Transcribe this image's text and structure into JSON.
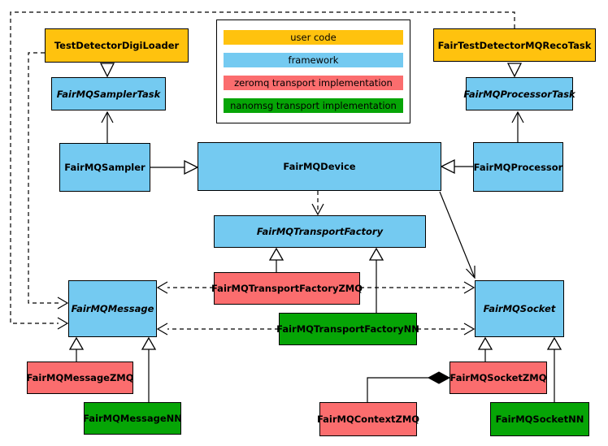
{
  "title": "FairMQ class diagram",
  "colors": {
    "user_code": "#FFC20E",
    "framework": "#74CAF1",
    "zeromq": "#FB6D6E",
    "nanomsg": "#06A506",
    "border": "#000000",
    "background": "#FFFFFF"
  },
  "legend": {
    "items": [
      {
        "label": "user code",
        "color": "#FFC20E"
      },
      {
        "label": "framework",
        "color": "#74CAF1"
      },
      {
        "label": "zeromq transport implementation",
        "color": "#FB6D6E"
      },
      {
        "label": "nanomsg transport implementation",
        "color": "#06A506"
      }
    ]
  },
  "nodes": {
    "testDetectorDigiLoader": {
      "label": "TestDetectorDigiLoader",
      "category": "user code",
      "abstract": false
    },
    "fairTestDetectorMQRecoTask": {
      "label": "FairTestDetectorMQRecoTask",
      "category": "user code",
      "abstract": false
    },
    "fairMQSamplerTask": {
      "label": "FairMQSamplerTask",
      "category": "framework",
      "abstract": true
    },
    "fairMQProcessorTask": {
      "label": "FairMQProcessorTask",
      "category": "framework",
      "abstract": true
    },
    "fairMQSampler": {
      "label": "FairMQSampler",
      "category": "framework",
      "abstract": false
    },
    "fairMQDevice": {
      "label": "FairMQDevice",
      "category": "framework",
      "abstract": false
    },
    "fairMQProcessor": {
      "label": "FairMQProcessor",
      "category": "framework",
      "abstract": false
    },
    "fairMQTransportFactory": {
      "label": "FairMQTransportFactory",
      "category": "framework",
      "abstract": true
    },
    "fairMQTransportFactoryZMQ": {
      "label": "FairMQTransportFactoryZMQ",
      "category": "zeromq",
      "abstract": false
    },
    "fairMQTransportFactoryNN": {
      "label": "FairMQTransportFactoryNN",
      "category": "nanomsg",
      "abstract": false
    },
    "fairMQMessage": {
      "label": "FairMQMessage",
      "category": "framework",
      "abstract": true
    },
    "fairMQSocket": {
      "label": "FairMQSocket",
      "category": "framework",
      "abstract": true
    },
    "fairMQMessageZMQ": {
      "label": "FairMQMessageZMQ",
      "category": "zeromq",
      "abstract": false
    },
    "fairMQMessageNN": {
      "label": "FairMQMessageNN",
      "category": "nanomsg",
      "abstract": false
    },
    "fairMQContextZMQ": {
      "label": "FairMQContextZMQ",
      "category": "zeromq",
      "abstract": false
    },
    "fairMQSocketZMQ": {
      "label": "FairMQSocketZMQ",
      "category": "zeromq",
      "abstract": false
    },
    "fairMQSocketNN": {
      "label": "FairMQSocketNN",
      "category": "nanomsg",
      "abstract": false
    }
  },
  "relationships": [
    {
      "from": "TestDetectorDigiLoader",
      "to": "FairMQSamplerTask",
      "type": "inheritance"
    },
    {
      "from": "FairTestDetectorMQRecoTask",
      "to": "FairMQProcessorTask",
      "type": "inheritance"
    },
    {
      "from": "FairMQSampler",
      "to": "FairMQSamplerTask",
      "type": "association"
    },
    {
      "from": "FairMQProcessor",
      "to": "FairMQProcessorTask",
      "type": "association"
    },
    {
      "from": "FairMQSampler",
      "to": "FairMQDevice",
      "type": "inheritance"
    },
    {
      "from": "FairMQProcessor",
      "to": "FairMQDevice",
      "type": "inheritance"
    },
    {
      "from": "FairMQDevice",
      "to": "FairMQTransportFactory",
      "type": "dependency"
    },
    {
      "from": "FairMQDevice",
      "to": "FairMQSocket",
      "type": "association"
    },
    {
      "from": "FairMQTransportFactoryZMQ",
      "to": "FairMQTransportFactory",
      "type": "inheritance"
    },
    {
      "from": "FairMQTransportFactoryNN",
      "to": "FairMQTransportFactory",
      "type": "inheritance"
    },
    {
      "from": "FairMQTransportFactoryZMQ",
      "to": "FairMQMessage",
      "type": "dependency"
    },
    {
      "from": "FairMQTransportFactoryZMQ",
      "to": "FairMQSocket",
      "type": "dependency"
    },
    {
      "from": "FairMQTransportFactoryNN",
      "to": "FairMQMessage",
      "type": "dependency"
    },
    {
      "from": "FairMQTransportFactoryNN",
      "to": "FairMQSocket",
      "type": "dependency"
    },
    {
      "from": "TestDetectorDigiLoader",
      "to": "FairMQMessage",
      "type": "dependency"
    },
    {
      "from": "FairTestDetectorMQRecoTask",
      "to": "FairMQMessage",
      "type": "dependency"
    },
    {
      "from": "FairMQMessageZMQ",
      "to": "FairMQMessage",
      "type": "inheritance"
    },
    {
      "from": "FairMQMessageNN",
      "to": "FairMQMessage",
      "type": "inheritance"
    },
    {
      "from": "FairMQSocketZMQ",
      "to": "FairMQSocket",
      "type": "inheritance"
    },
    {
      "from": "FairMQSocketNN",
      "to": "FairMQSocket",
      "type": "inheritance"
    },
    {
      "from": "FairMQSocketZMQ",
      "to": "FairMQContextZMQ",
      "type": "composition"
    }
  ]
}
